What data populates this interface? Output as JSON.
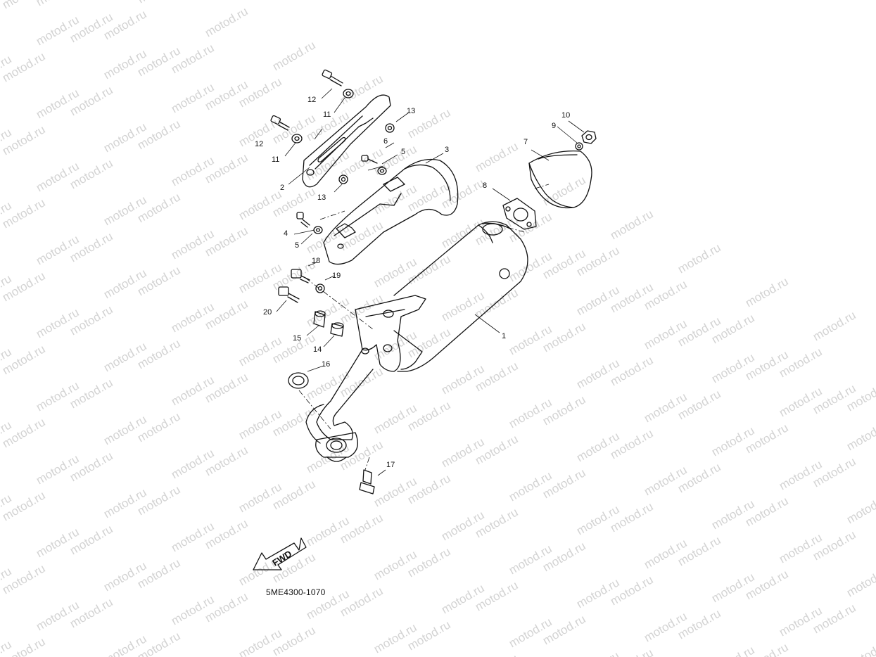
{
  "watermark": {
    "text": "motod.ru"
  },
  "diagram": {
    "part_code": "5ME4300-1070",
    "fwd_label": "FWD",
    "callouts": [
      {
        "id": "c1",
        "label": "1"
      },
      {
        "id": "c2",
        "label": "2"
      },
      {
        "id": "c3",
        "label": "3"
      },
      {
        "id": "c4",
        "label": "4"
      },
      {
        "id": "c5a",
        "label": "5"
      },
      {
        "id": "c5b",
        "label": "5"
      },
      {
        "id": "c6",
        "label": "6"
      },
      {
        "id": "c7",
        "label": "7"
      },
      {
        "id": "c8",
        "label": "8"
      },
      {
        "id": "c9",
        "label": "9"
      },
      {
        "id": "c10",
        "label": "10"
      },
      {
        "id": "c11a",
        "label": "11"
      },
      {
        "id": "c11b",
        "label": "11"
      },
      {
        "id": "c12a",
        "label": "12"
      },
      {
        "id": "c12b",
        "label": "12"
      },
      {
        "id": "c13a",
        "label": "13"
      },
      {
        "id": "c13b",
        "label": "13"
      },
      {
        "id": "c14",
        "label": "14"
      },
      {
        "id": "c15",
        "label": "15"
      },
      {
        "id": "c16",
        "label": "16"
      },
      {
        "id": "c17",
        "label": "17"
      },
      {
        "id": "c18",
        "label": "18"
      },
      {
        "id": "c19",
        "label": "19"
      },
      {
        "id": "c20",
        "label": "20"
      }
    ]
  }
}
